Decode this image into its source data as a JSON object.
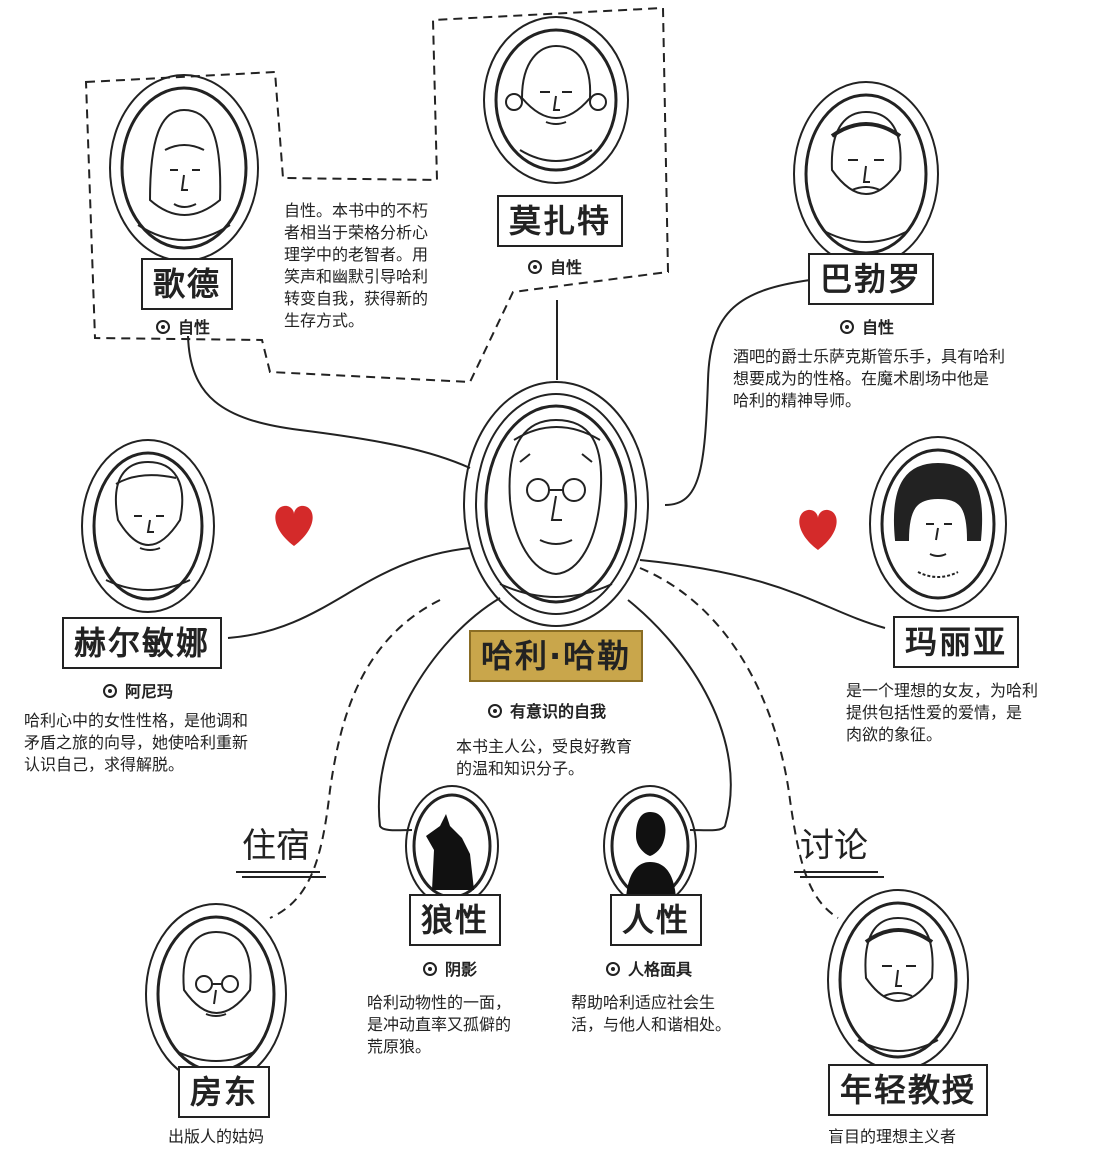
{
  "nodes": {
    "goethe": {
      "name": "歌德",
      "role": "自性"
    },
    "mozart": {
      "name": "莫扎特",
      "role": "自性",
      "desc": [
        "自性。本书中的不朽",
        "者相当于荣格分析心",
        "理学中的老智者。用",
        "笑声和幽默引导哈利",
        "转变自我，获得新的",
        "生存方式。"
      ]
    },
    "pablo": {
      "name": "巴勃罗",
      "role": "自性",
      "desc": [
        "酒吧的爵士乐萨克斯管乐手，具有哈利",
        "想要成为的性格。在魔术剧场中他是",
        "哈利的精神导师。"
      ]
    },
    "hermine": {
      "name": "赫尔敏娜",
      "role": "阿尼玛",
      "desc": [
        "哈利心中的女性性格，是他调和",
        "矛盾之旅的向导，她使哈利重新",
        "认识自己，求得解脱。"
      ]
    },
    "harry": {
      "name": "哈利·哈勒",
      "role": "有意识的自我",
      "desc": [
        "本书主人公，受良好教育",
        "的温和知识分子。"
      ]
    },
    "maria": {
      "name": "玛丽亚",
      "desc": [
        "是一个理想的女友，为哈利",
        "提供包括性爱的爱情，是",
        "肉欲的象征。"
      ]
    },
    "wolf": {
      "name": "狼性",
      "role": "阴影",
      "desc": [
        "哈利动物性的一面，",
        "是冲动直率又孤僻的",
        "荒原狼。"
      ]
    },
    "human": {
      "name": "人性",
      "role": "人格面具",
      "desc": [
        "帮助哈利适应社会生",
        "活，与他人和谐相处。"
      ]
    },
    "landlady": {
      "name": "房东",
      "desc": [
        "出版人的姑妈"
      ]
    },
    "professor": {
      "name": "年轻教授",
      "desc": [
        "盲目的理想主义者"
      ]
    }
  },
  "links": {
    "lodging": "住宿",
    "discussion": "讨论"
  },
  "colors": {
    "accent_gold": "#c9a64b",
    "heart_red": "#d42a2a",
    "ink": "#222222"
  },
  "icons": [
    "heart-icon",
    "wolf-silhouette-icon",
    "human-silhouette-icon"
  ]
}
